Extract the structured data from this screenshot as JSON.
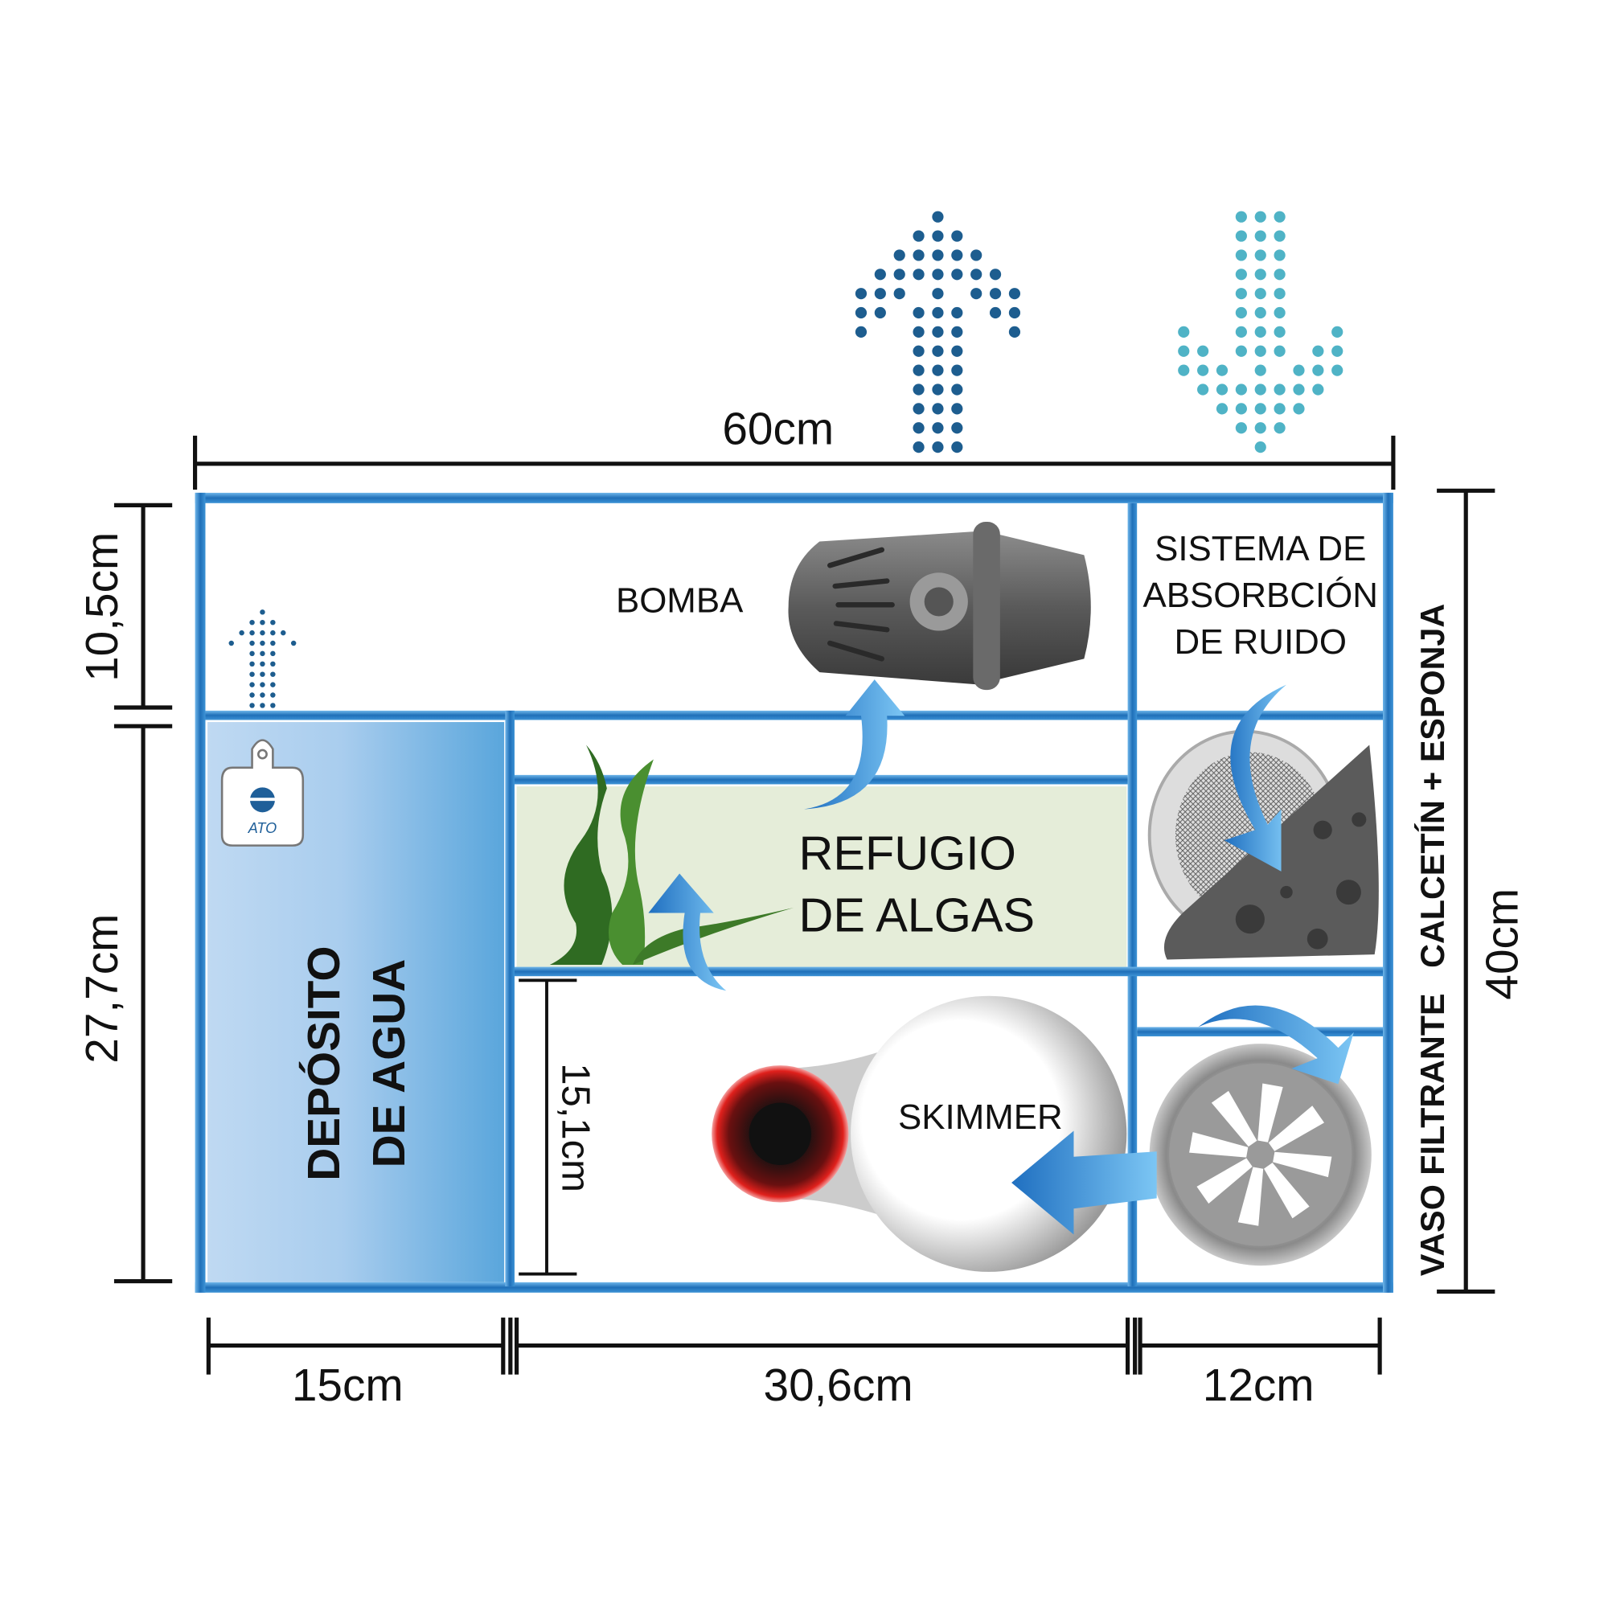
{
  "dimensions": {
    "total_width": "60cm",
    "top_height": "10,5cm",
    "lower_height": "27,7cm",
    "total_height": "40cm",
    "left_width": "15cm",
    "middle_width": "30,6cm",
    "right_width": "12cm",
    "skimmer_height": "15,1cm"
  },
  "labels": {
    "pump": "BOMBA",
    "noise_1": "SISTEMA DE",
    "noise_2": "ABSORBCIÓN",
    "noise_3": "DE RUIDO",
    "refuge_1": "REFUGIO",
    "refuge_2": "DE ALGAS",
    "reservoir_1": "DEPÓSITO",
    "reservoir_2": "DE AGUA",
    "skimmer": "SKIMMER",
    "ato": "ATO",
    "sock_sponge": "CALCETÍN + ESPONJA",
    "filter_cup": "VASO FILTRANTE"
  },
  "icons": [
    "dotted-up-arrow-icon",
    "dotted-down-arrow-icon",
    "flow-arrow-icon",
    "pump-icon",
    "skimmer-icon",
    "ato-sensor-icon",
    "algae-icon",
    "sponge-icon",
    "filter-cup-icon"
  ],
  "colors": {
    "frame": "#1f7cc4",
    "water": "#5aa6dc",
    "refuge": "#e5edd9",
    "outflow_dots": "#1d5d8f",
    "inflow_dots": "#4fb3c6",
    "flow_arrow": "#2f8ed8",
    "skimmer_ring": "#e0201c"
  }
}
